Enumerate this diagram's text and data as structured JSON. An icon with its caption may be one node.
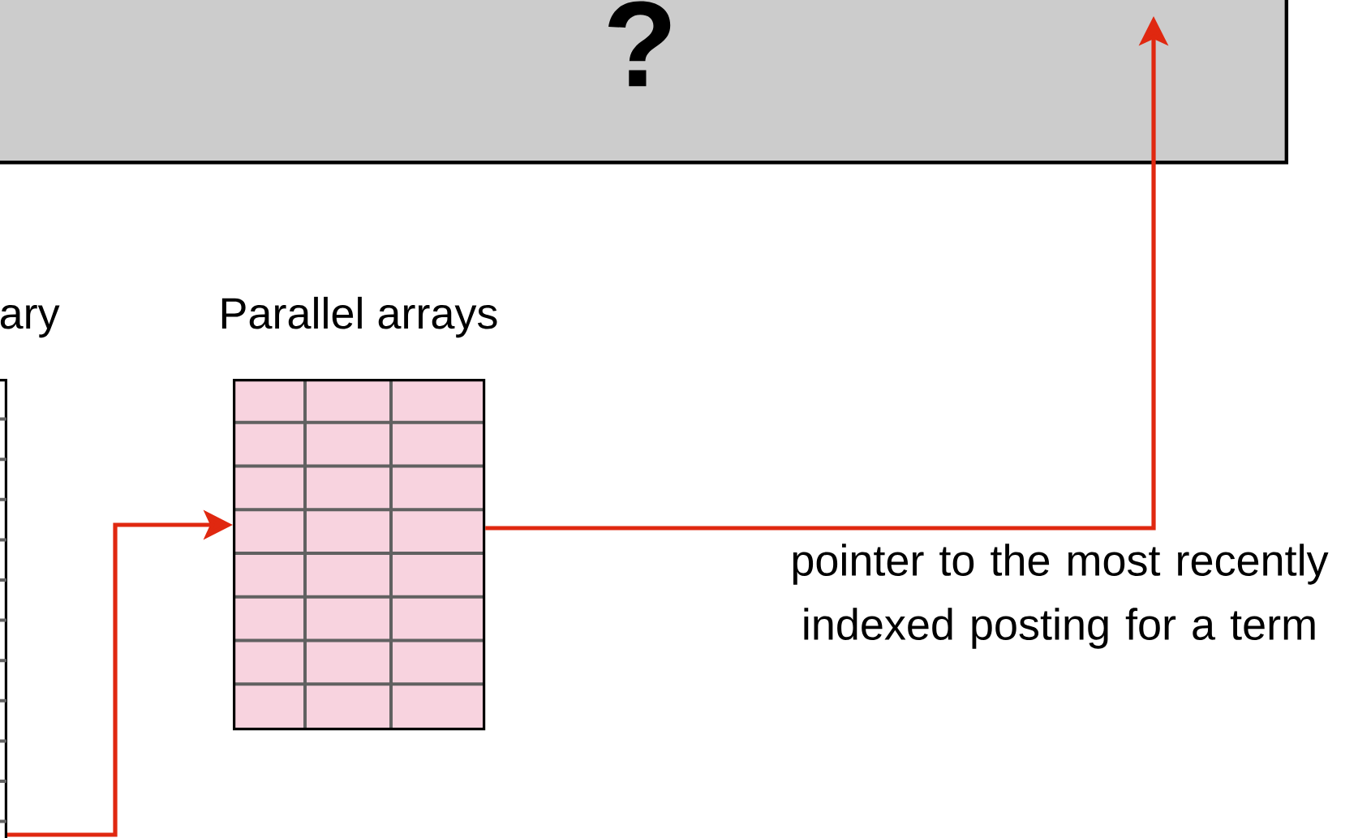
{
  "diagram": {
    "nodes": [
      {
        "text": [
          "?"
        ]
      },
      {
        "text": [
          "ary"
        ]
      },
      {
        "text": [
          "Parallel arrays"
        ]
      }
    ],
    "edges": [
      {
        "from": 1,
        "to": 2,
        "arrow": "to"
      },
      {
        "from": 2,
        "to": 0,
        "arrow": "to",
        "label": "pointer to the most recently indexed posting for a term"
      }
    ]
  }
}
